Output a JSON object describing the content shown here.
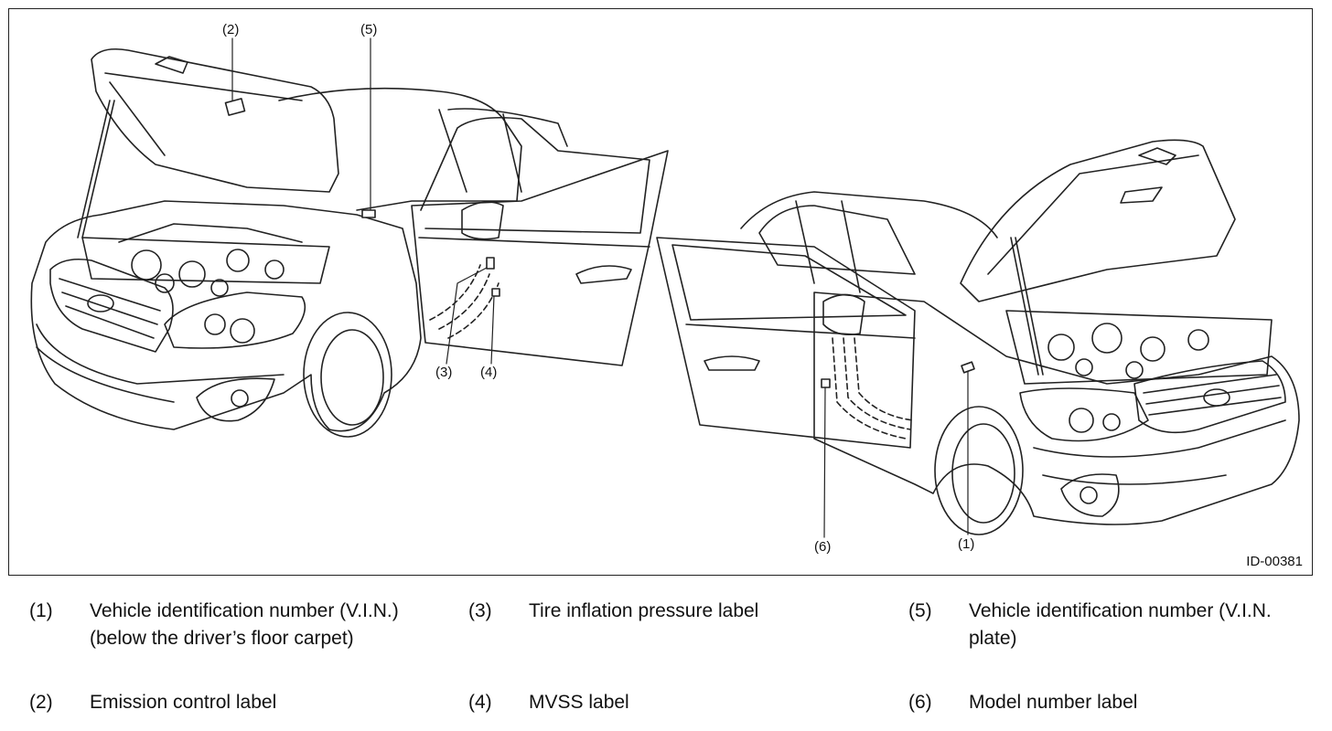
{
  "figure_id": "ID-00381",
  "callouts": {
    "c1": "(1)",
    "c2": "(2)",
    "c3": "(3)",
    "c4": "(4)",
    "c5": "(5)",
    "c6": "(6)"
  },
  "legend": [
    {
      "num": "(1)",
      "text": "Vehicle identification number (V.I.N.) (below the driver’s floor carpet)"
    },
    {
      "num": "(2)",
      "text": "Emission control label"
    },
    {
      "num": "(3)",
      "text": "Tire inflation pressure label"
    },
    {
      "num": "(4)",
      "text": "MVSS label"
    },
    {
      "num": "(5)",
      "text": "Vehicle identification number (V.I.N. plate)"
    },
    {
      "num": "(6)",
      "text": "Model number label"
    }
  ],
  "colors": {
    "line": "#222222",
    "background": "#ffffff"
  }
}
